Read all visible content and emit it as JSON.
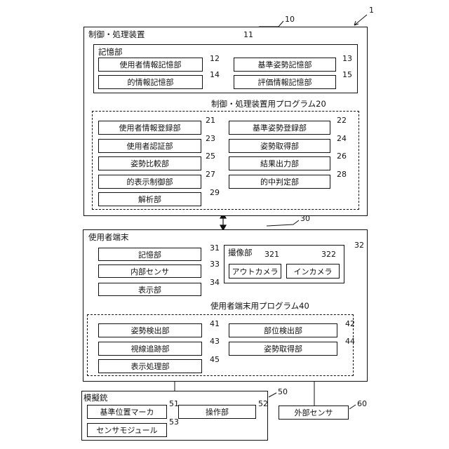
{
  "figure_number": "1",
  "control_device": {
    "title": "制御・処理装置",
    "ref": "10",
    "storage": {
      "title": "記憶部",
      "ref": "11",
      "items": [
        {
          "label": "使用者情報記憶部",
          "ref": "12"
        },
        {
          "label": "基準姿勢記憶部",
          "ref": "13"
        },
        {
          "label": "的情報記憶部",
          "ref": "14"
        },
        {
          "label": "評価情報記憶部",
          "ref": "15"
        }
      ]
    },
    "program": {
      "title": "制御・処理装置用プログラム",
      "ref": "20",
      "items": [
        {
          "label": "使用者情報登録部",
          "ref": "21"
        },
        {
          "label": "基準姿勢登録部",
          "ref": "22"
        },
        {
          "label": "使用者認証部",
          "ref": "23"
        },
        {
          "label": "姿勢取得部",
          "ref": "24"
        },
        {
          "label": "姿勢比較部",
          "ref": "25"
        },
        {
          "label": "結果出力部",
          "ref": "26"
        },
        {
          "label": "的表示制御部",
          "ref": "27"
        },
        {
          "label": "的中判定部",
          "ref": "28"
        },
        {
          "label": "解析部",
          "ref": "29"
        }
      ]
    }
  },
  "connector_arrow": "↕",
  "user_terminal": {
    "title": "使用者端末",
    "ref": "30",
    "items": [
      {
        "label": "記憶部",
        "ref": "31"
      },
      {
        "label": "内部センサ",
        "ref": "33"
      },
      {
        "label": "表示部",
        "ref": "34"
      }
    ],
    "camera": {
      "title": "撮像部",
      "ref": "32",
      "items": [
        {
          "label": "アウトカメラ",
          "ref": "321"
        },
        {
          "label": "インカメラ",
          "ref": "322"
        }
      ]
    },
    "program": {
      "title": "使用者端末用プログラム",
      "ref": "40",
      "items": [
        {
          "label": "姿勢検出部",
          "ref": "41"
        },
        {
          "label": "部位検出部",
          "ref": "42"
        },
        {
          "label": "視線追跡部",
          "ref": "43"
        },
        {
          "label": "姿勢取得部",
          "ref": "44"
        },
        {
          "label": "表示処理部",
          "ref": "45"
        }
      ]
    }
  },
  "mock_gun": {
    "title": "模擬銃",
    "ref": "50",
    "items": [
      {
        "label": "基準位置マーカ",
        "ref": "51"
      },
      {
        "label": "操作部",
        "ref": "52"
      },
      {
        "label": "センサモジュール",
        "ref": "53"
      }
    ]
  },
  "external_sensor": {
    "label": "外部センサ",
    "ref": "60"
  }
}
